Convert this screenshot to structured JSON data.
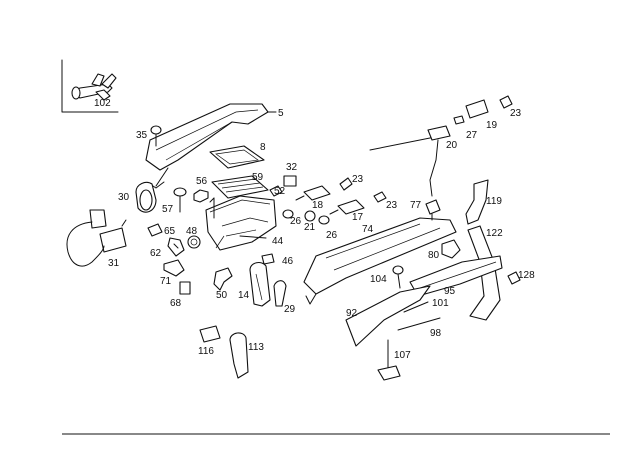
{
  "part_labels": {
    "p102": "102",
    "p5": "5",
    "p35": "35",
    "p8": "8",
    "p32": "32",
    "p59": "59",
    "p56": "56",
    "p52": "52",
    "p30": "30",
    "p57": "57",
    "p48": "48",
    "p44": "44",
    "p65": "65",
    "p62": "62",
    "p46": "46",
    "p71": "71",
    "p14": "14",
    "p50": "50",
    "p29": "29",
    "p68": "68",
    "p31": "31",
    "p18": "18",
    "p26a": "26",
    "p21": "21",
    "p26b": "26",
    "p17": "17",
    "p23a": "23",
    "p23b": "23",
    "p23c": "23",
    "p74": "74",
    "p77": "77",
    "p119": "119",
    "p122": "122",
    "p80": "80",
    "p104": "104",
    "p95": "95",
    "p101": "101",
    "p92": "92",
    "p98": "98",
    "p128": "128",
    "p107": "107",
    "p116": "116",
    "p113": "113",
    "p19": "19",
    "p27": "27",
    "p20": "20"
  }
}
